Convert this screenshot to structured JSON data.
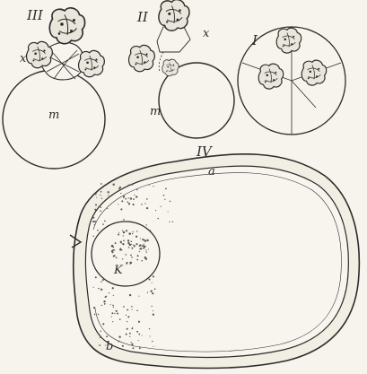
{
  "figure": {
    "panel_labels": {
      "i": "I",
      "ii": "II",
      "iii": "III",
      "iv": "IV"
    },
    "part_labels": {
      "m_iii": "m",
      "x_iii": "x",
      "m_ii": "m",
      "x_ii": "x",
      "a": "a",
      "b": "b",
      "k": "K"
    },
    "colors": {
      "ink": "#2b2b2b",
      "paper": "#f6f4ec",
      "stipple": "#555555"
    }
  }
}
